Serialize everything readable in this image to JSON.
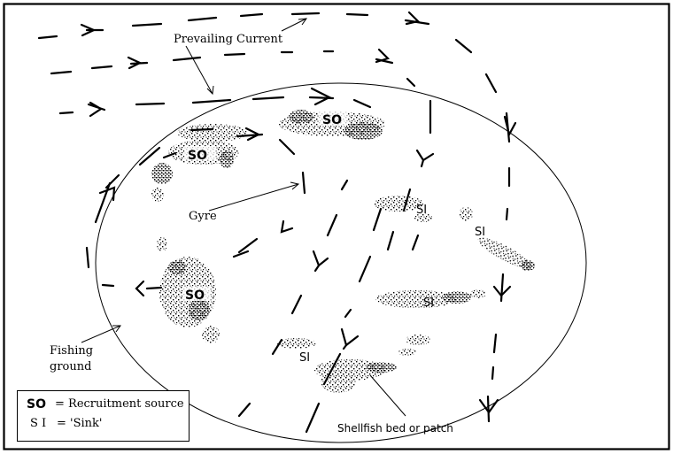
{
  "diagram": {
    "labels": {
      "prevailing_current": "Prevailing Current",
      "gyre": "Gyre",
      "fishing_ground_line1": "Fishing",
      "fishing_ground_line2": "ground",
      "shellfish_bed": "Shellfish bed or patch"
    },
    "patches": [
      {
        "id": "so-top-left",
        "code": "SO",
        "kind": "source"
      },
      {
        "id": "so-top-center",
        "code": "SO",
        "kind": "source"
      },
      {
        "id": "so-left",
        "code": "SO",
        "kind": "source"
      },
      {
        "id": "si-center",
        "code": "SI",
        "kind": "sink"
      },
      {
        "id": "si-right",
        "code": "SI",
        "kind": "sink"
      },
      {
        "id": "si-middle",
        "code": "SI",
        "kind": "sink"
      },
      {
        "id": "si-bottom",
        "code": "SI",
        "kind": "sink"
      }
    ],
    "legend": {
      "rows": [
        {
          "symbol": "SO",
          "text": "= Recruitment source"
        },
        {
          "symbol": "S I",
          "text": "= 'Sink'"
        }
      ]
    },
    "colors": {
      "ink": "#000000",
      "background": "#ffffff"
    }
  }
}
